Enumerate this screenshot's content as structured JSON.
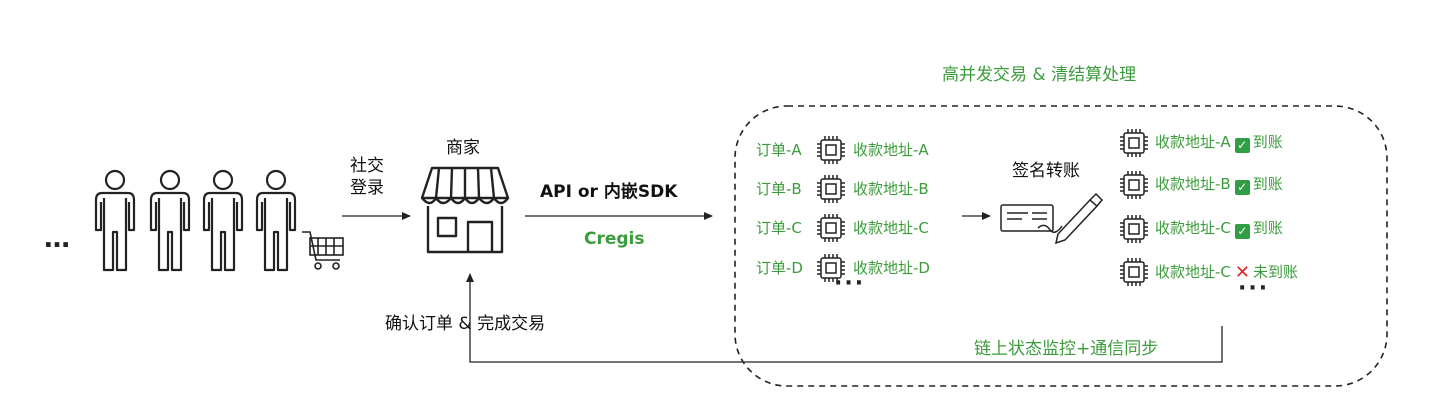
{
  "title": "高并发交易 & 清结算处理",
  "customers_ellipsis": "…",
  "social_login": [
    "社交",
    "登录"
  ],
  "merchant_label": "商家",
  "api_label": "API or 内嵌SDK",
  "cregis_label": "Cregis",
  "confirm_label": "确认订单 & 完成交易",
  "sign_transfer_label": "签名转账",
  "monitor_label": "链上状态监控+通信同步",
  "orders": [
    {
      "order": "订单-A",
      "address": "收款地址-A"
    },
    {
      "order": "订单-B",
      "address": "收款地址-B"
    },
    {
      "order": "订单-C",
      "address": "收款地址-C"
    },
    {
      "order": "订单-D",
      "address": "收款地址-D"
    }
  ],
  "orders_ellipsis": "···",
  "results": [
    {
      "address": "收款地址-A",
      "status": "到账",
      "ok": true
    },
    {
      "address": "收款地址-B",
      "status": "到账",
      "ok": true
    },
    {
      "address": "收款地址-C",
      "status": "到账",
      "ok": true
    },
    {
      "address": "收款地址-C",
      "status": "未到账",
      "ok": false
    }
  ],
  "results_ellipsis": "···",
  "colors": {
    "accent_green": "#3c9c3c",
    "check_green": "#2f9e44",
    "cross_red": "#e02424",
    "line": "#222222"
  }
}
